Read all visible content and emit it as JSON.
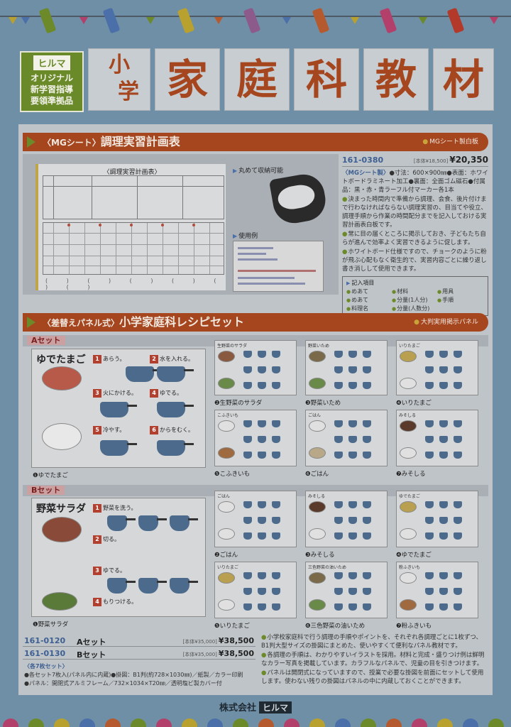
{
  "header": {
    "logo_brand": "ヒルマ",
    "logo_lines": [
      "オリジナル",
      "新学習指導",
      "要領準拠品"
    ],
    "title_small": [
      "小",
      "学"
    ],
    "title_big": [
      "家",
      "庭",
      "科",
      "教",
      "材"
    ]
  },
  "mg": {
    "section_prefix": "〈MGシート〉",
    "section_title": "調理実習計画表",
    "tag": "MGシート製白板",
    "sheet_header": "〈調理実習計画表〉",
    "roll_label": "丸めて収納可能",
    "use_label": "使用例",
    "code": "161-0380",
    "price_note": "[本体¥18,500]",
    "price": "¥20,350",
    "spec_blue": "〈MGシート製〉",
    "spec": "●寸法：600×900㎜●表面：ホワイトボードラミネート加工●裏面：全面ゴム磁石●付属品：黒・赤・青ラーフル付マーカー各1本",
    "bullets": [
      "決まった時間内で準備から調理、会食、後片付けまで行わなければならない調理実習の、目当てや役立、調理手順から作業の時間配分までを記入しておける実習計画表白板です。",
      "常に目の届くところに掲示しておき、子どもたち自らが進んで効率よく実習できるように促します。",
      "ホワイトボード仕様ですので、チョークのように粉が飛ぶ心配もなく衛生的で、実習内容ごとに繰り返し書き消しして使用できます。"
    ],
    "legend_title": "記入項目",
    "legend_items": [
      "めあて",
      "材料",
      "用具",
      "めあて",
      "分量(1人分)",
      "手順",
      "料理名",
      "分量(人数分)"
    ]
  },
  "recipe": {
    "section_prefix": "〈差替えパネル式〉",
    "section_title": "小学家庭科レシピセット",
    "tag": "大判実用掲示パネル",
    "set_a_label": "Aセット",
    "set_b_label": "Bセット",
    "a_main_title": "ゆでたまご",
    "b_main_title": "野菜サラダ",
    "a_captions": [
      "❶ゆでたまご",
      "❷生野菜のサラダ",
      "❸野菜いため",
      "❹いりたまご",
      "❺こふきいも",
      "❻ごはん",
      "❼みそしる"
    ],
    "b_captions": [
      "❶野菜サラダ",
      "❷ごはん",
      "❸みそしる",
      "❹ゆでたまご",
      "❺いりたまご",
      "❻三色野菜の油いため",
      "❼粉ふきいも"
    ],
    "a_steps": [
      "あらう。",
      "水を入れる。",
      "火にかける。",
      "ゆでる。",
      "冷やす。",
      "からをむく。"
    ],
    "b_steps": [
      "野菜を洗う。",
      "切る。",
      "ゆでる。",
      "もりつける。"
    ],
    "mini_titles_a": [
      "生野菜のサラダ",
      "野菜いため",
      "いりたまご",
      "こふきいも",
      "ごはん",
      "みそしる"
    ],
    "mini_titles_b": [
      "ごはん",
      "みそしる",
      "ゆでたまご",
      "いりたまご",
      "三色野菜の油いため",
      "粉ふきいも"
    ]
  },
  "prices": [
    {
      "code": "161-0120",
      "name": "Aセット",
      "note": "[本体¥35,000]",
      "price": "¥38,500"
    },
    {
      "code": "161-0130",
      "name": "Bセット",
      "note": "[本体¥35,000]",
      "price": "¥38,500"
    }
  ],
  "set_specs": {
    "title": "〈各7枚セット〉",
    "lines": [
      "●各セット7枚入(パネル内に内蔵)●掛図：B1判(約728×1030㎜)／紙製／カラー印刷",
      "●パネル：開閉式アルミフレーム／732×1034×T20㎜／透明塩ビ製カバー付"
    ]
  },
  "right_notes": [
    "小学校家庭科で行う調理の手順やポイントを、それぞれ各調理ごとに1枚ずつ、B1判大型サイズの掛図にまとめた、使いやすくて便利なパネル教材です。",
    "各調理の手順は、わかりやすいイラストを採用。材料と完成・盛りつけ例は鮮明なカラー写真を掲載しています。カラフルなパネルで、児童の目を引きつけます。",
    "パネルは開閉式になっていますので、授業で必要な掛図を前面にセットして使用します。使わない残りの掛図はパネルの中に内蔵しておくことができます。"
  ],
  "company": {
    "prefix": "株式会社",
    "brand": "ヒルマ"
  },
  "colors": {
    "accent": "#a5461f",
    "green": "#6d8a2a",
    "blue": "#3d5f92"
  }
}
